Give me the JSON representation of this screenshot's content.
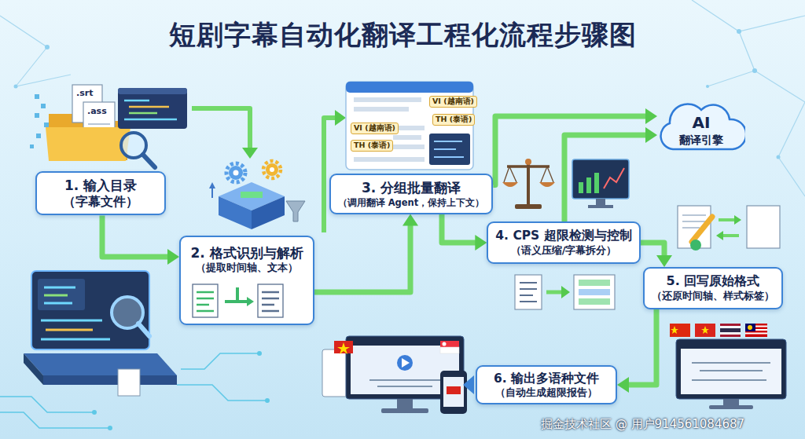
{
  "diagram": {
    "title": "短剧字幕自动化翻译工程化流程步骤图",
    "nodes": [
      {
        "text": [
          "1. 输入目录",
          "（字幕文件）"
        ]
      },
      {
        "text": [
          "2. 格式识别与解析",
          "（提取时间轴、文本）"
        ]
      },
      {
        "text": [
          "3. 分组批量翻译",
          "（调用翻译 Agent，保持上下文）"
        ]
      },
      {
        "text": [
          "AI",
          "翻译引擎"
        ]
      },
      {
        "text": [
          "4. CPS 超限检测与控制",
          "（语义压缩/字幕拆分）"
        ]
      },
      {
        "text": [
          "5. 回写原始格式",
          "（还原时间轴、样式标签）"
        ]
      },
      {
        "text": [
          "6. 输出多语种文件",
          "（自动生成超限报告）"
        ]
      }
    ],
    "edges": [
      {
        "from": 0,
        "to": 1,
        "arrow": "to"
      },
      {
        "from": 1,
        "to": 2,
        "arrow": "to"
      },
      {
        "from": 2,
        "to": 4,
        "arrow": "to"
      },
      {
        "from": 2,
        "to": 3,
        "arrow": "to"
      },
      {
        "from": 4,
        "to": 3,
        "arrow": "to"
      },
      {
        "from": 4,
        "to": 5,
        "arrow": "to"
      },
      {
        "from": 5,
        "to": 6,
        "arrow": "to"
      }
    ],
    "labels": [
      ".srt",
      ".ass",
      "VI (越南语)",
      "TH (泰语)",
      "VI (越南语)",
      "TH (泰语)",
      "掘金技术社区 @ 用户914561084687"
    ]
  }
}
